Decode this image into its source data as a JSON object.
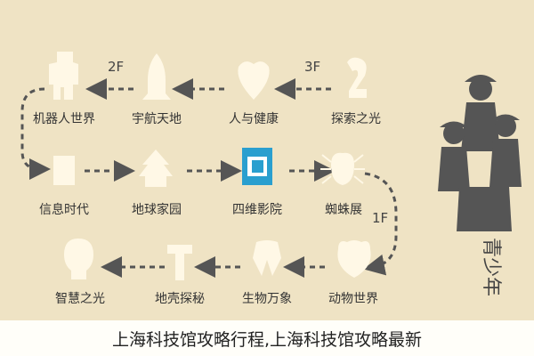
{
  "colors": {
    "background": "#efe3c4",
    "icon": "#fff8e6",
    "arrow": "#555555",
    "highlight": "#2a9fcf"
  },
  "floors": {
    "f3": "3F",
    "f2": "2F",
    "f1": "1F"
  },
  "stations": {
    "explore_light": "探索之光",
    "human_health": "人与健康",
    "space_sky": "宇航天地",
    "robot_world": "机器人世界",
    "info_age": "信息时代",
    "earth_home": "地球家园",
    "four_d_cinema": "四维影院",
    "spider_exhibit": "蜘蛛展",
    "animal_world": "动物世界",
    "life_wonders": "生物万象",
    "earth_explore": "地壳探秘",
    "wisdom_light": "智慧之光"
  },
  "side_label": "青少年",
  "caption": "上海科技馆攻略行程,上海科技馆攻略最新"
}
